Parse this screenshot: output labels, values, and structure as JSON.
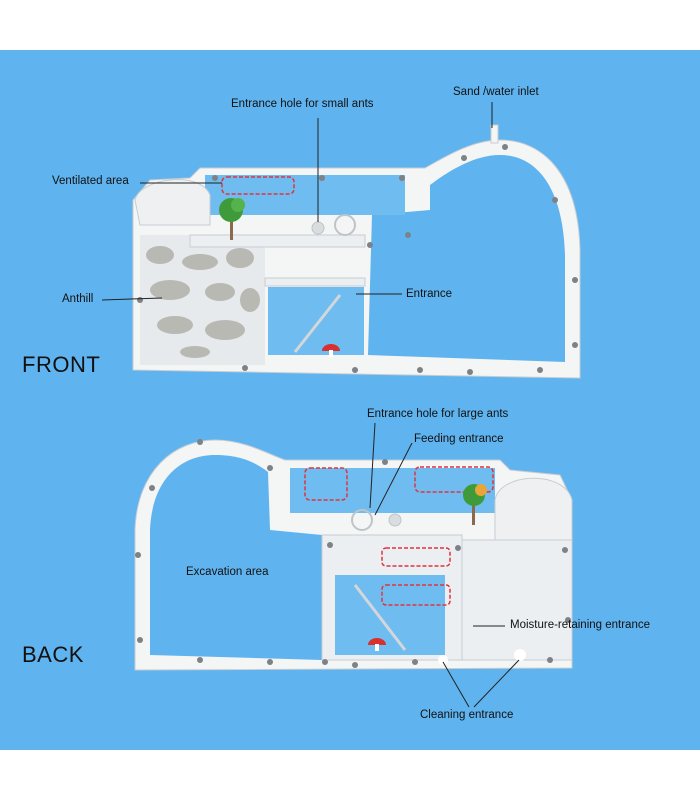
{
  "views": {
    "front_label": "FRONT",
    "back_label": "BACK"
  },
  "callouts": {
    "entrance_small": "Entrance hole for small ants",
    "sand_water_inlet": "Sand /water inlet",
    "ventilated_area": "Ventilated area",
    "anthill": "Anthill",
    "entrance": "Entrance",
    "entrance_large": "Entrance hole for large ants",
    "feeding_entrance": "Feeding entrance",
    "excavation_area": "Excavation area",
    "moisture_entrance": "Moisture-retaining entrance",
    "cleaning_entrance": "Cleaning entrance"
  },
  "colors": {
    "background": "#5fb3ef",
    "frame": "#f4f5f5",
    "highlight_dash": "#e0343f",
    "text": "#111111"
  }
}
